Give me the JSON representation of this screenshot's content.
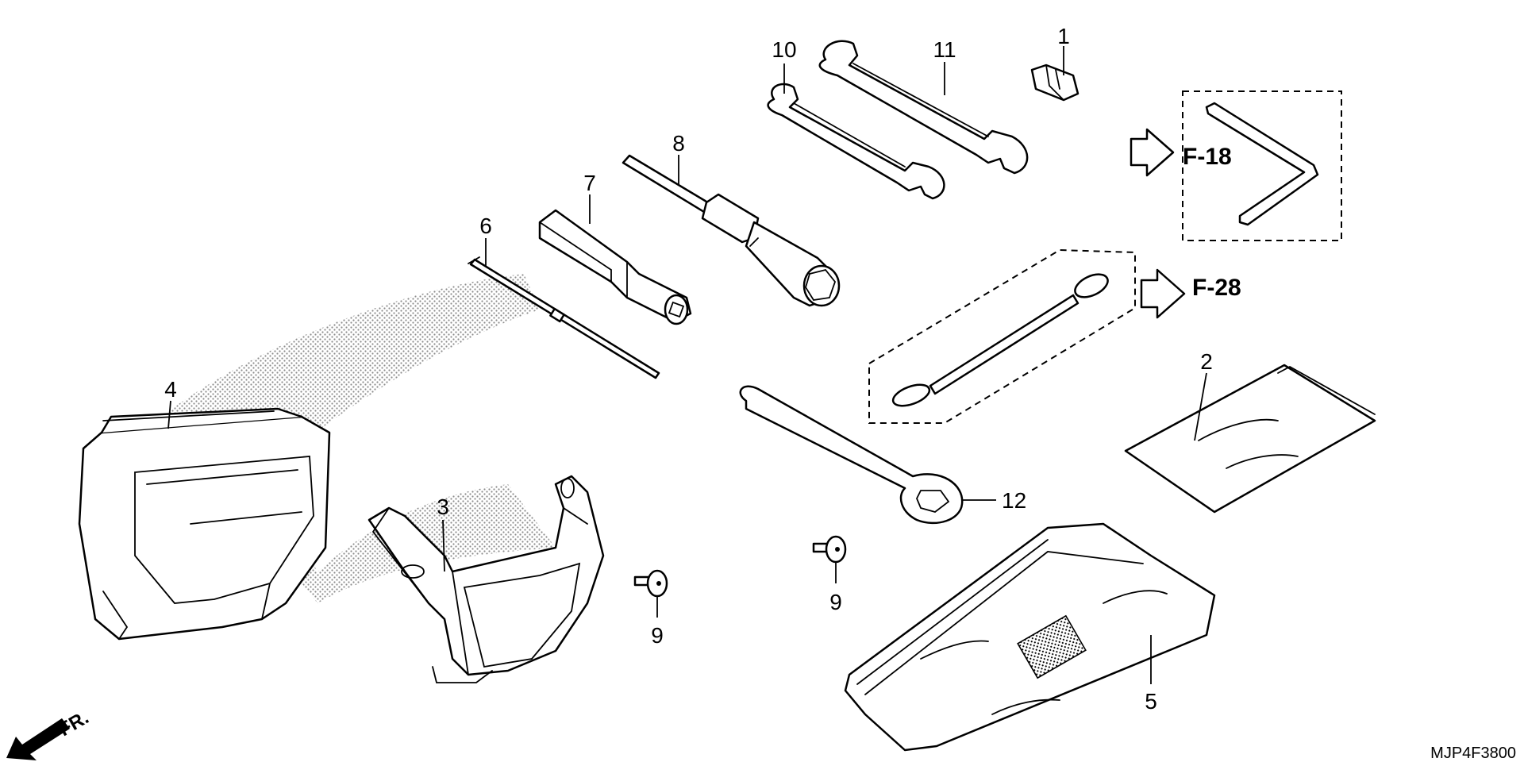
{
  "diagram_code": "MJP4F3800",
  "front_marker": "FR.",
  "refs": {
    "f18": "F-18",
    "f28": "F-28"
  },
  "callouts": {
    "p1": "1",
    "p2": "2",
    "p3": "3",
    "p4": "4",
    "p5": "5",
    "p6": "6",
    "p7": "7",
    "p8": "8",
    "p9a": "9",
    "p9b": "9",
    "p10": "10",
    "p11": "11",
    "p12": "12"
  }
}
